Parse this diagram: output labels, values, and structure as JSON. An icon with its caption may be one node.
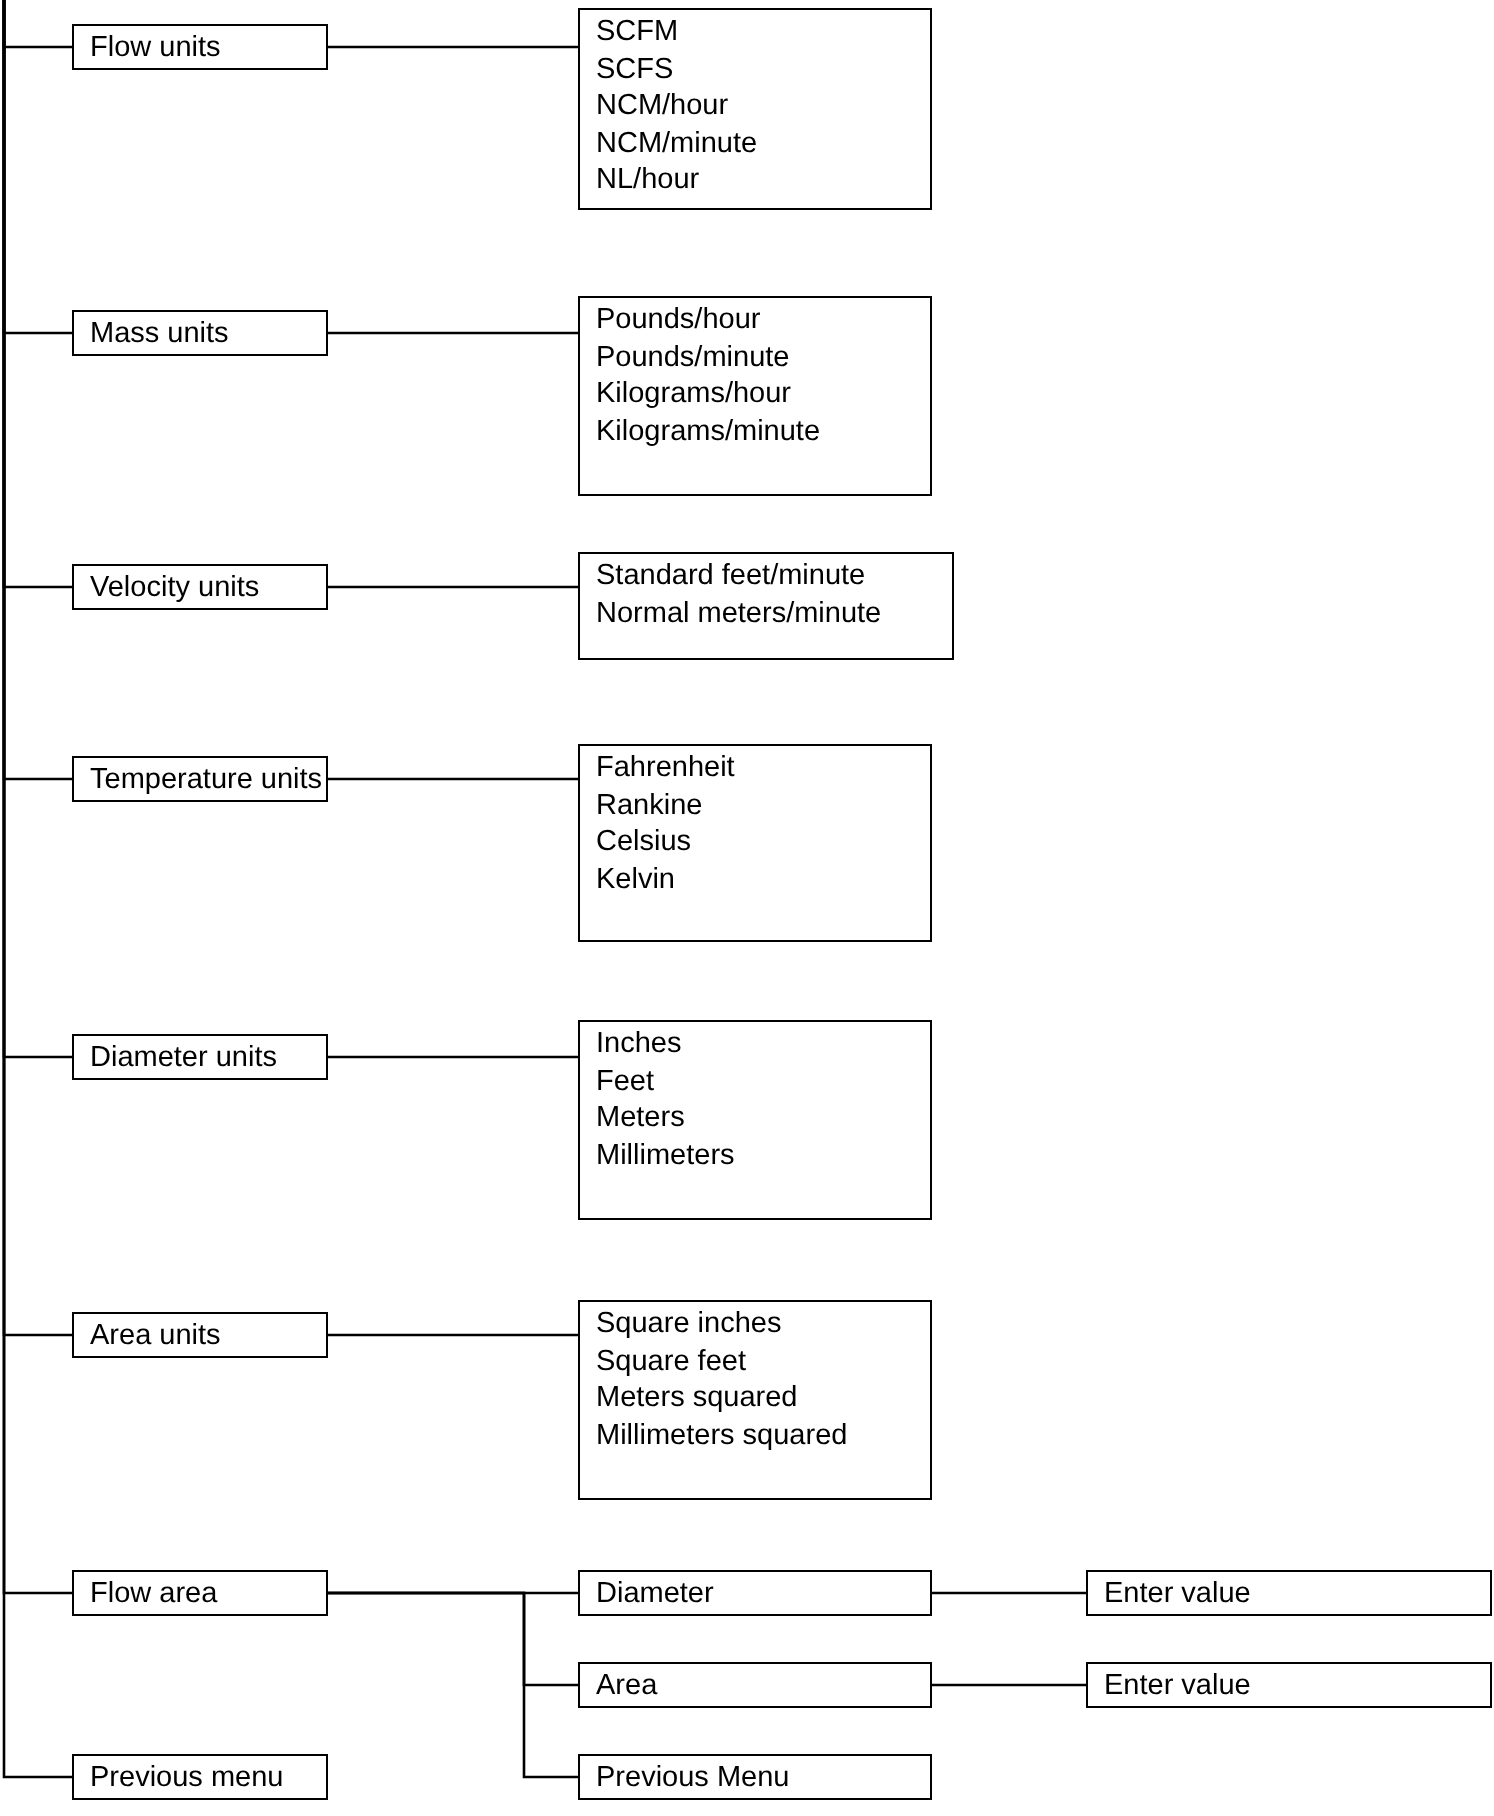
{
  "diagram": {
    "nodes": [
      {
        "text": [
          "Flow units"
        ]
      },
      {
        "text": [
          "SCFM",
          "SCFS",
          "NCM/hour",
          "NCM/minute",
          "NL/hour"
        ]
      },
      {
        "text": [
          "Mass units"
        ]
      },
      {
        "text": [
          "Pounds/hour",
          "Pounds/minute",
          "Kilograms/hour",
          "Kilograms/minute"
        ]
      },
      {
        "text": [
          "Velocity units"
        ]
      },
      {
        "text": [
          "Standard feet/minute",
          "Normal meters/minute"
        ]
      },
      {
        "text": [
          "Temperature units"
        ]
      },
      {
        "text": [
          "Fahrenheit",
          "Rankine",
          "Celsius",
          "Kelvin"
        ]
      },
      {
        "text": [
          "Diameter units"
        ]
      },
      {
        "text": [
          "Inches",
          "Feet",
          "Meters",
          "Millimeters"
        ]
      },
      {
        "text": [
          "Area units"
        ]
      },
      {
        "text": [
          "Square inches",
          "Square feet",
          "Meters squared",
          "Millimeters squared"
        ]
      },
      {
        "text": [
          "Flow area"
        ]
      },
      {
        "text": [
          "Diameter"
        ]
      },
      {
        "text": [
          "Enter value"
        ]
      },
      {
        "text": [
          "Area"
        ]
      },
      {
        "text": [
          "Enter value"
        ]
      },
      {
        "text": [
          "Previous Menu"
        ]
      },
      {
        "text": [
          "Previous menu"
        ]
      }
    ],
    "edges": [
      {
        "from": null,
        "to": 0,
        "arrow": "none"
      },
      {
        "from": null,
        "to": 2,
        "arrow": "none"
      },
      {
        "from": null,
        "to": 4,
        "arrow": "none"
      },
      {
        "from": null,
        "to": 6,
        "arrow": "none"
      },
      {
        "from": null,
        "to": 8,
        "arrow": "none"
      },
      {
        "from": null,
        "to": 10,
        "arrow": "none"
      },
      {
        "from": null,
        "to": 12,
        "arrow": "none"
      },
      {
        "from": null,
        "to": 18,
        "arrow": "none"
      },
      {
        "from": 0,
        "to": 1,
        "arrow": "none"
      },
      {
        "from": 2,
        "to": 3,
        "arrow": "none"
      },
      {
        "from": 4,
        "to": 5,
        "arrow": "none"
      },
      {
        "from": 6,
        "to": 7,
        "arrow": "none"
      },
      {
        "from": 8,
        "to": 9,
        "arrow": "none"
      },
      {
        "from": 10,
        "to": 11,
        "arrow": "none"
      },
      {
        "from": 12,
        "to": 13,
        "arrow": "none"
      },
      {
        "from": 12,
        "to": 15,
        "arrow": "none"
      },
      {
        "from": 12,
        "to": 17,
        "arrow": "none"
      },
      {
        "from": 13,
        "to": 14,
        "arrow": "none"
      },
      {
        "from": 15,
        "to": 16,
        "arrow": "none"
      }
    ]
  }
}
